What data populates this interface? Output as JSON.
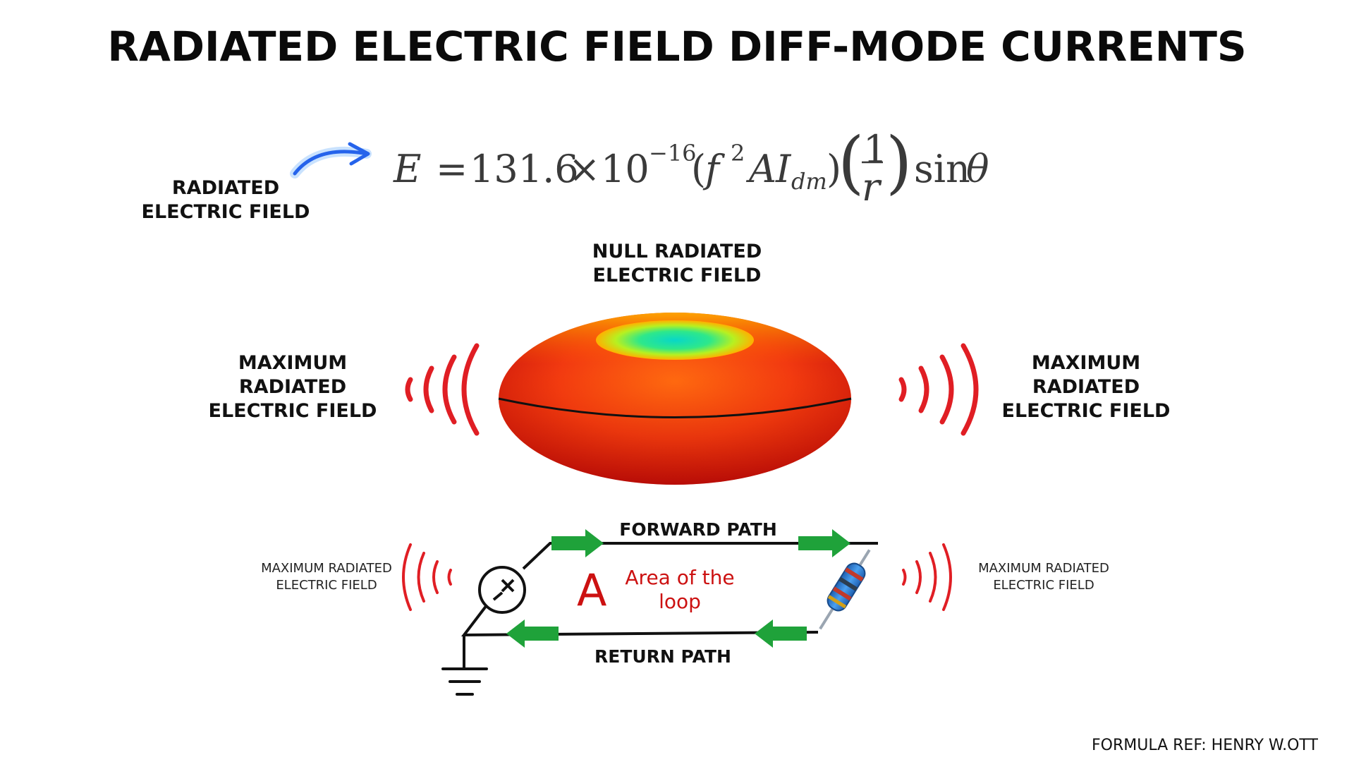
{
  "title": "RADIATED ELECTRIC FIELD DIFF-MODE CURRENTS",
  "formula": {
    "lhs": "E",
    "eq": "=",
    "coef": "131.6",
    "times": "×",
    "base": "10",
    "exp": "−16",
    "open": "(",
    "f": "f",
    "f_exp": "2",
    "a": "A",
    "i": "I",
    "i_sub": "dm",
    "close": ")",
    "frac_num": "1",
    "frac_den": "r",
    "sin": "sin",
    "theta": "θ"
  },
  "labels": {
    "radiated_field": [
      "RADIATED",
      "ELECTRIC FIELD"
    ],
    "null_field": [
      "NULL RADIATED",
      "ELECTRIC FIELD"
    ],
    "max_left": [
      "MAXIMUM",
      "RADIATED",
      "ELECTRIC FIELD"
    ],
    "max_right": [
      "MAXIMUM",
      "RADIATED",
      "ELECTRIC FIELD"
    ],
    "max_small_left": [
      "MAXIMUM RADIATED",
      "ELECTRIC FIELD"
    ],
    "max_small_right": [
      "MAXIMUM RADIATED",
      "ELECTRIC FIELD"
    ],
    "forward_path": "FORWARD PATH",
    "return_path": "RETURN PATH",
    "loop_symbol": "A",
    "loop_text": [
      "Area of the",
      "loop"
    ]
  },
  "reference": "FORMULA REF: HENRY W.OTT",
  "colors": {
    "wave": "#e01e24",
    "arrow": "#1fa23a",
    "loop_text": "#cc1111",
    "pointer_arrow": "#3b82f6"
  },
  "icons": {
    "pointer": "curved-arrow-icon",
    "source": "voltage-source-icon",
    "resistor": "resistor-icon",
    "ground": "ground-icon"
  }
}
